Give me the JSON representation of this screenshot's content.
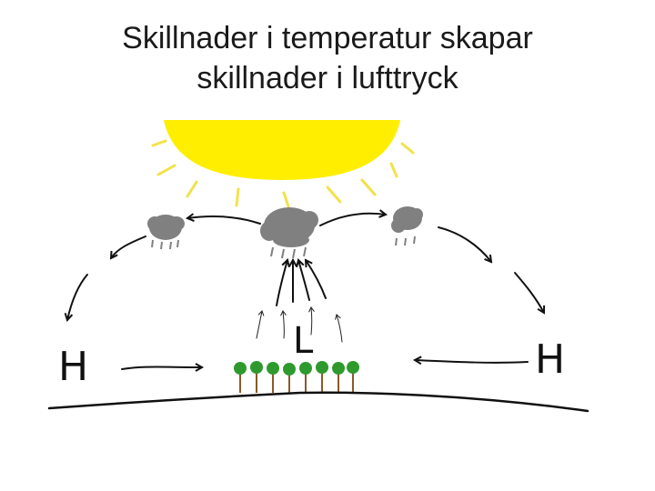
{
  "title": {
    "line1": "Skillnader i temperatur skapar",
    "line2": "skillnader i lufttryck"
  },
  "labels": {
    "high_left": "H",
    "low_center": "L",
    "high_right": "H"
  },
  "colors": {
    "sun": "#ffee00",
    "sun_ray": "#f2e24a",
    "cloud": "#808080",
    "tree_crown": "#2e9a2e",
    "tree_trunk": "#8a5a2b",
    "ink": "#111111"
  },
  "icons": {
    "sun": "sun-icon",
    "cloud": "rain-cloud-icon",
    "tree": "tree-icon"
  }
}
